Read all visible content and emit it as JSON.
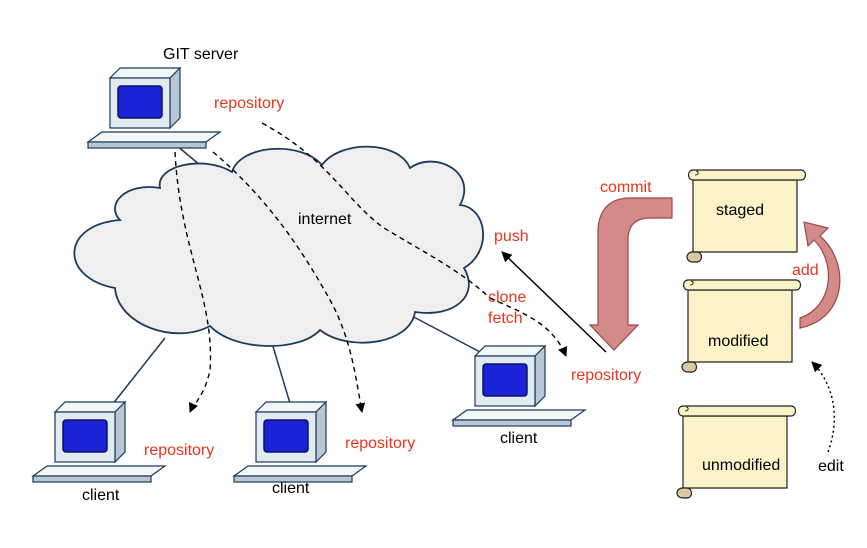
{
  "colors": {
    "accent_label": "#e8361c",
    "cloud_fill": "#efefef",
    "cloud_stroke": "#1b3a5c",
    "screen": "#1a23d6",
    "computer_body": "#e3ebf2",
    "scroll_fill": "#fcf2c8",
    "arrow_fill": "#d58a8a",
    "arrow_stroke": "#9b4848"
  },
  "icons": [
    "computer-icon",
    "cloud-shape",
    "scroll-icon",
    "curved-arrow-icon"
  ],
  "labels": {
    "git_server": "GIT server",
    "server_repository": "repository",
    "internet": "internet",
    "push": "push",
    "clone": "clone",
    "fetch": "fetch",
    "local_repository": "repository",
    "client_left": "client",
    "client_left_repository": "repository",
    "client_middle": "client",
    "client_middle_repository": "repository",
    "client_right": "client",
    "commit": "commit",
    "add": "add",
    "edit": "edit",
    "staged": "staged",
    "modified": "modified",
    "unmodified": "unmodified"
  }
}
